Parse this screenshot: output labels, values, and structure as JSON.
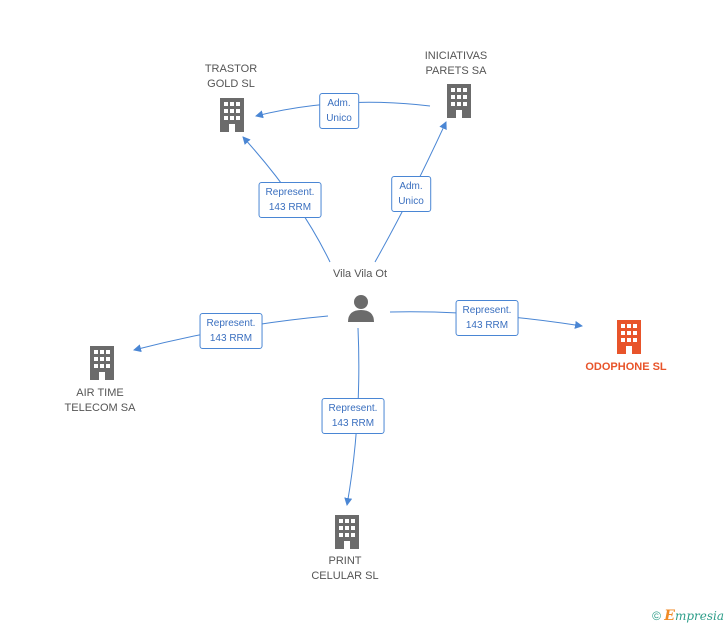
{
  "center": {
    "name": "Vila Vila Ot"
  },
  "companies": {
    "trastor": "TRASTOR\nGOLD SL",
    "iniciativas": "INICIATIVAS\nPARETS SA",
    "airtime": "AIR TIME\nTELECOM SA",
    "odophone": "ODOPHONE SL",
    "print": "PRINT\nCELULAR SL"
  },
  "relations": {
    "adm": "Adm.\nUnico",
    "rep": "Represent.\n143 RRM"
  },
  "footer": {
    "copyright": "©",
    "brand_initial": "E",
    "brand_rest": "mpresia"
  },
  "colors": {
    "accent": "#e8542a",
    "link": "#4a86d4",
    "building": "#6b6b6b"
  }
}
